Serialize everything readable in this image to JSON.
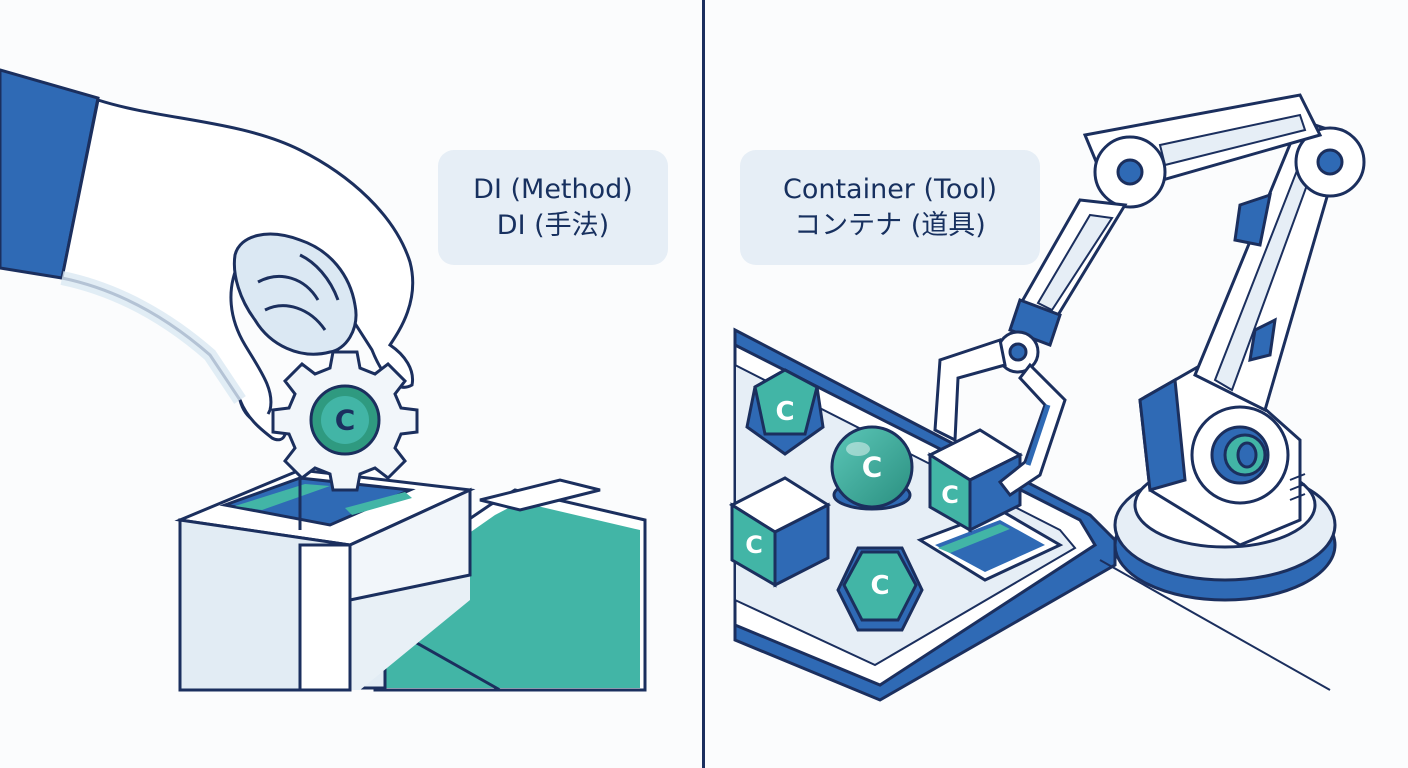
{
  "left_panel": {
    "label_line1": "DI (Method)",
    "label_line2": "DI (手法)",
    "gear_letter": "C"
  },
  "right_panel": {
    "label_line1": "Container (Tool)",
    "label_line2": "コンテナ (道具)",
    "component_letters": [
      "C",
      "C",
      "C",
      "C",
      "C"
    ]
  },
  "colors": {
    "navy": "#1b2f5e",
    "blue": "#2f6ab5",
    "teal": "#42b5a6",
    "green": "#2f9a80",
    "light_blue": "#dbe8f3",
    "label_bg": "#e6eef6"
  },
  "icons": [
    "hand-icon",
    "gear-icon",
    "socket-block-icon",
    "robot-arm-icon",
    "tray-icon",
    "cube-icon",
    "sphere-icon",
    "hexagon-icon"
  ]
}
